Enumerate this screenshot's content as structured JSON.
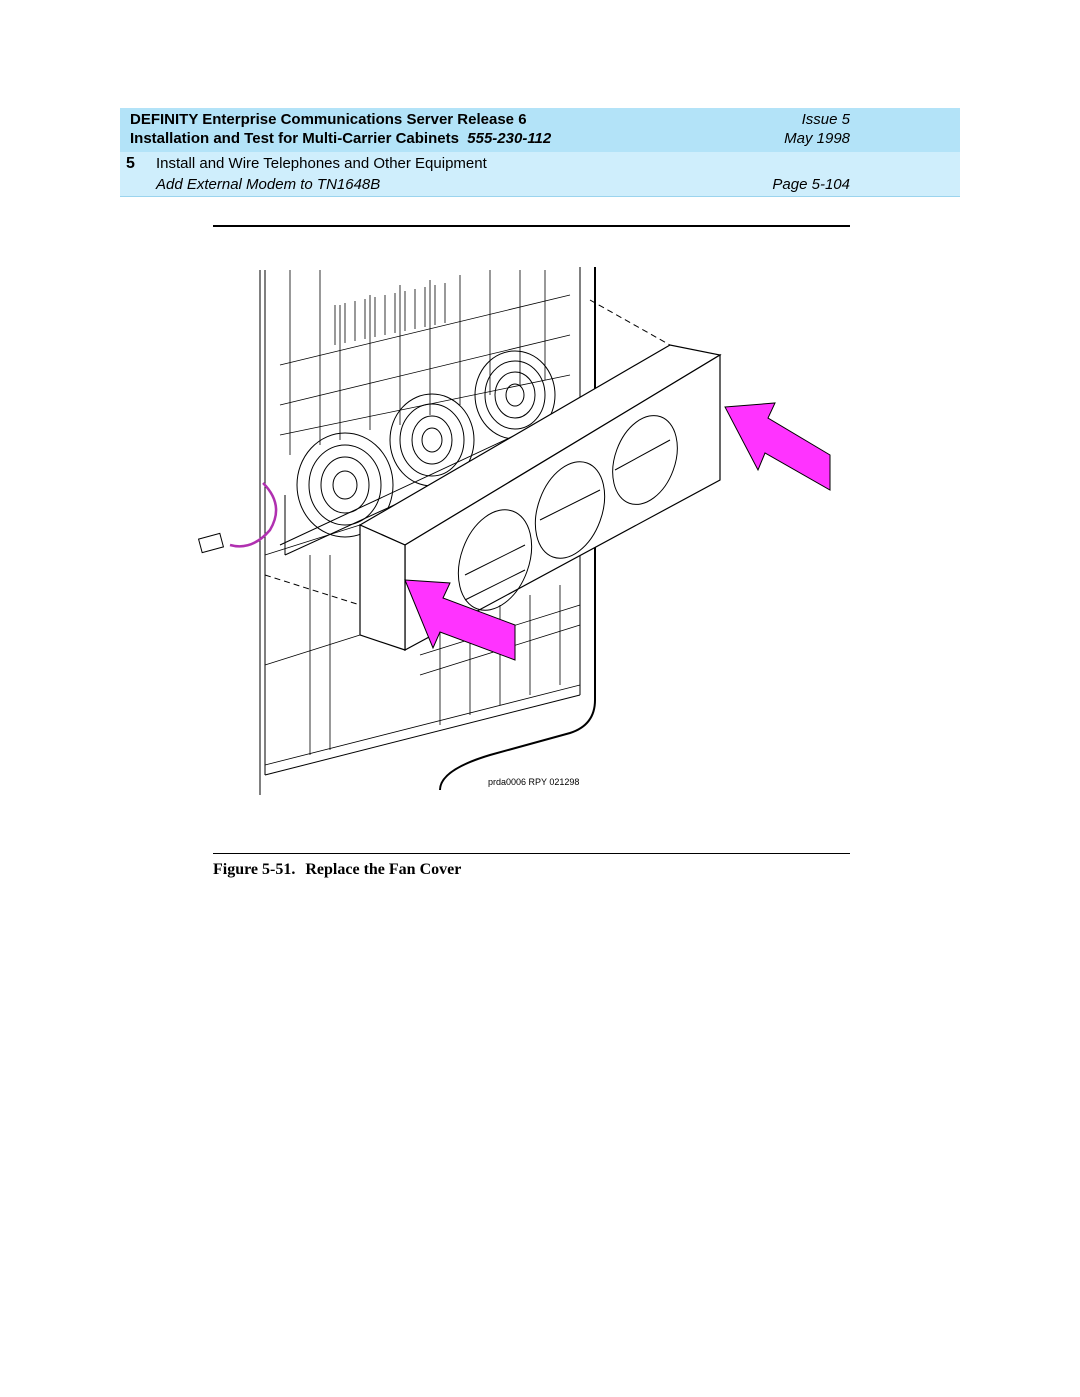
{
  "header": {
    "product": "DEFINITY Enterprise Communications Server Release 6",
    "issue": "Issue 5",
    "subtitle": "Installation and Test for Multi-Carrier Cabinets",
    "doc_number": "555-230-112",
    "date": "May 1998",
    "chapter_number": "5",
    "chapter_title": "Install and Wire Telephones and Other Equipment",
    "section_title": "Add External Modem to TN1648B",
    "page": "Page 5-104"
  },
  "figure": {
    "illustration_id": "prda0006 RPY 021298",
    "label": "Figure 5-51.",
    "caption": "Replace the Fan Cover",
    "arrow_color": "#ff33ff",
    "cable_color": "#b030b0"
  }
}
